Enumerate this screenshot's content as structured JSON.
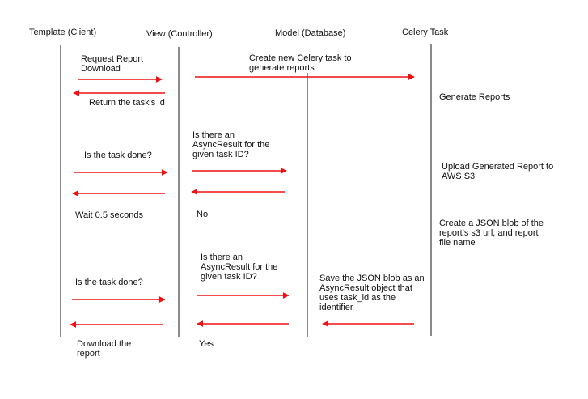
{
  "lanes": {
    "template": "Template (Client)",
    "view": "View (Controller)",
    "model": "Model (Database)",
    "celery": "Celery Task"
  },
  "messages": {
    "request_report": "Request Report\nDownload",
    "create_task": "Create new Celery task  to\ngenerate reports",
    "return_task_id": "Return the task's id",
    "generate_reports": "Generate Reports",
    "task_done_1": "Is the task done?",
    "async_query_1": "Is there an\nAsyncResult for the\ngiven task ID?",
    "upload_s3": "Upload Generated Report to\nAWS S3",
    "wait": "Wait 0.5 seconds",
    "no": "No",
    "json_blob": "Create a JSON blob of the\nreport's s3 url, and report\nfile name",
    "async_query_2": "Is there an\nAsyncResult for the\ngiven task ID?",
    "save_json": "Save the JSON blob as an\nAsyncResult object that\nuses task_id as the\nidentifier",
    "task_done_2": "Is the task done?",
    "download": "Download the\nreport",
    "yes": "Yes"
  },
  "colors": {
    "lifeline": "#8a8a8a",
    "arrow": "#ee1111",
    "text": "#111111"
  }
}
